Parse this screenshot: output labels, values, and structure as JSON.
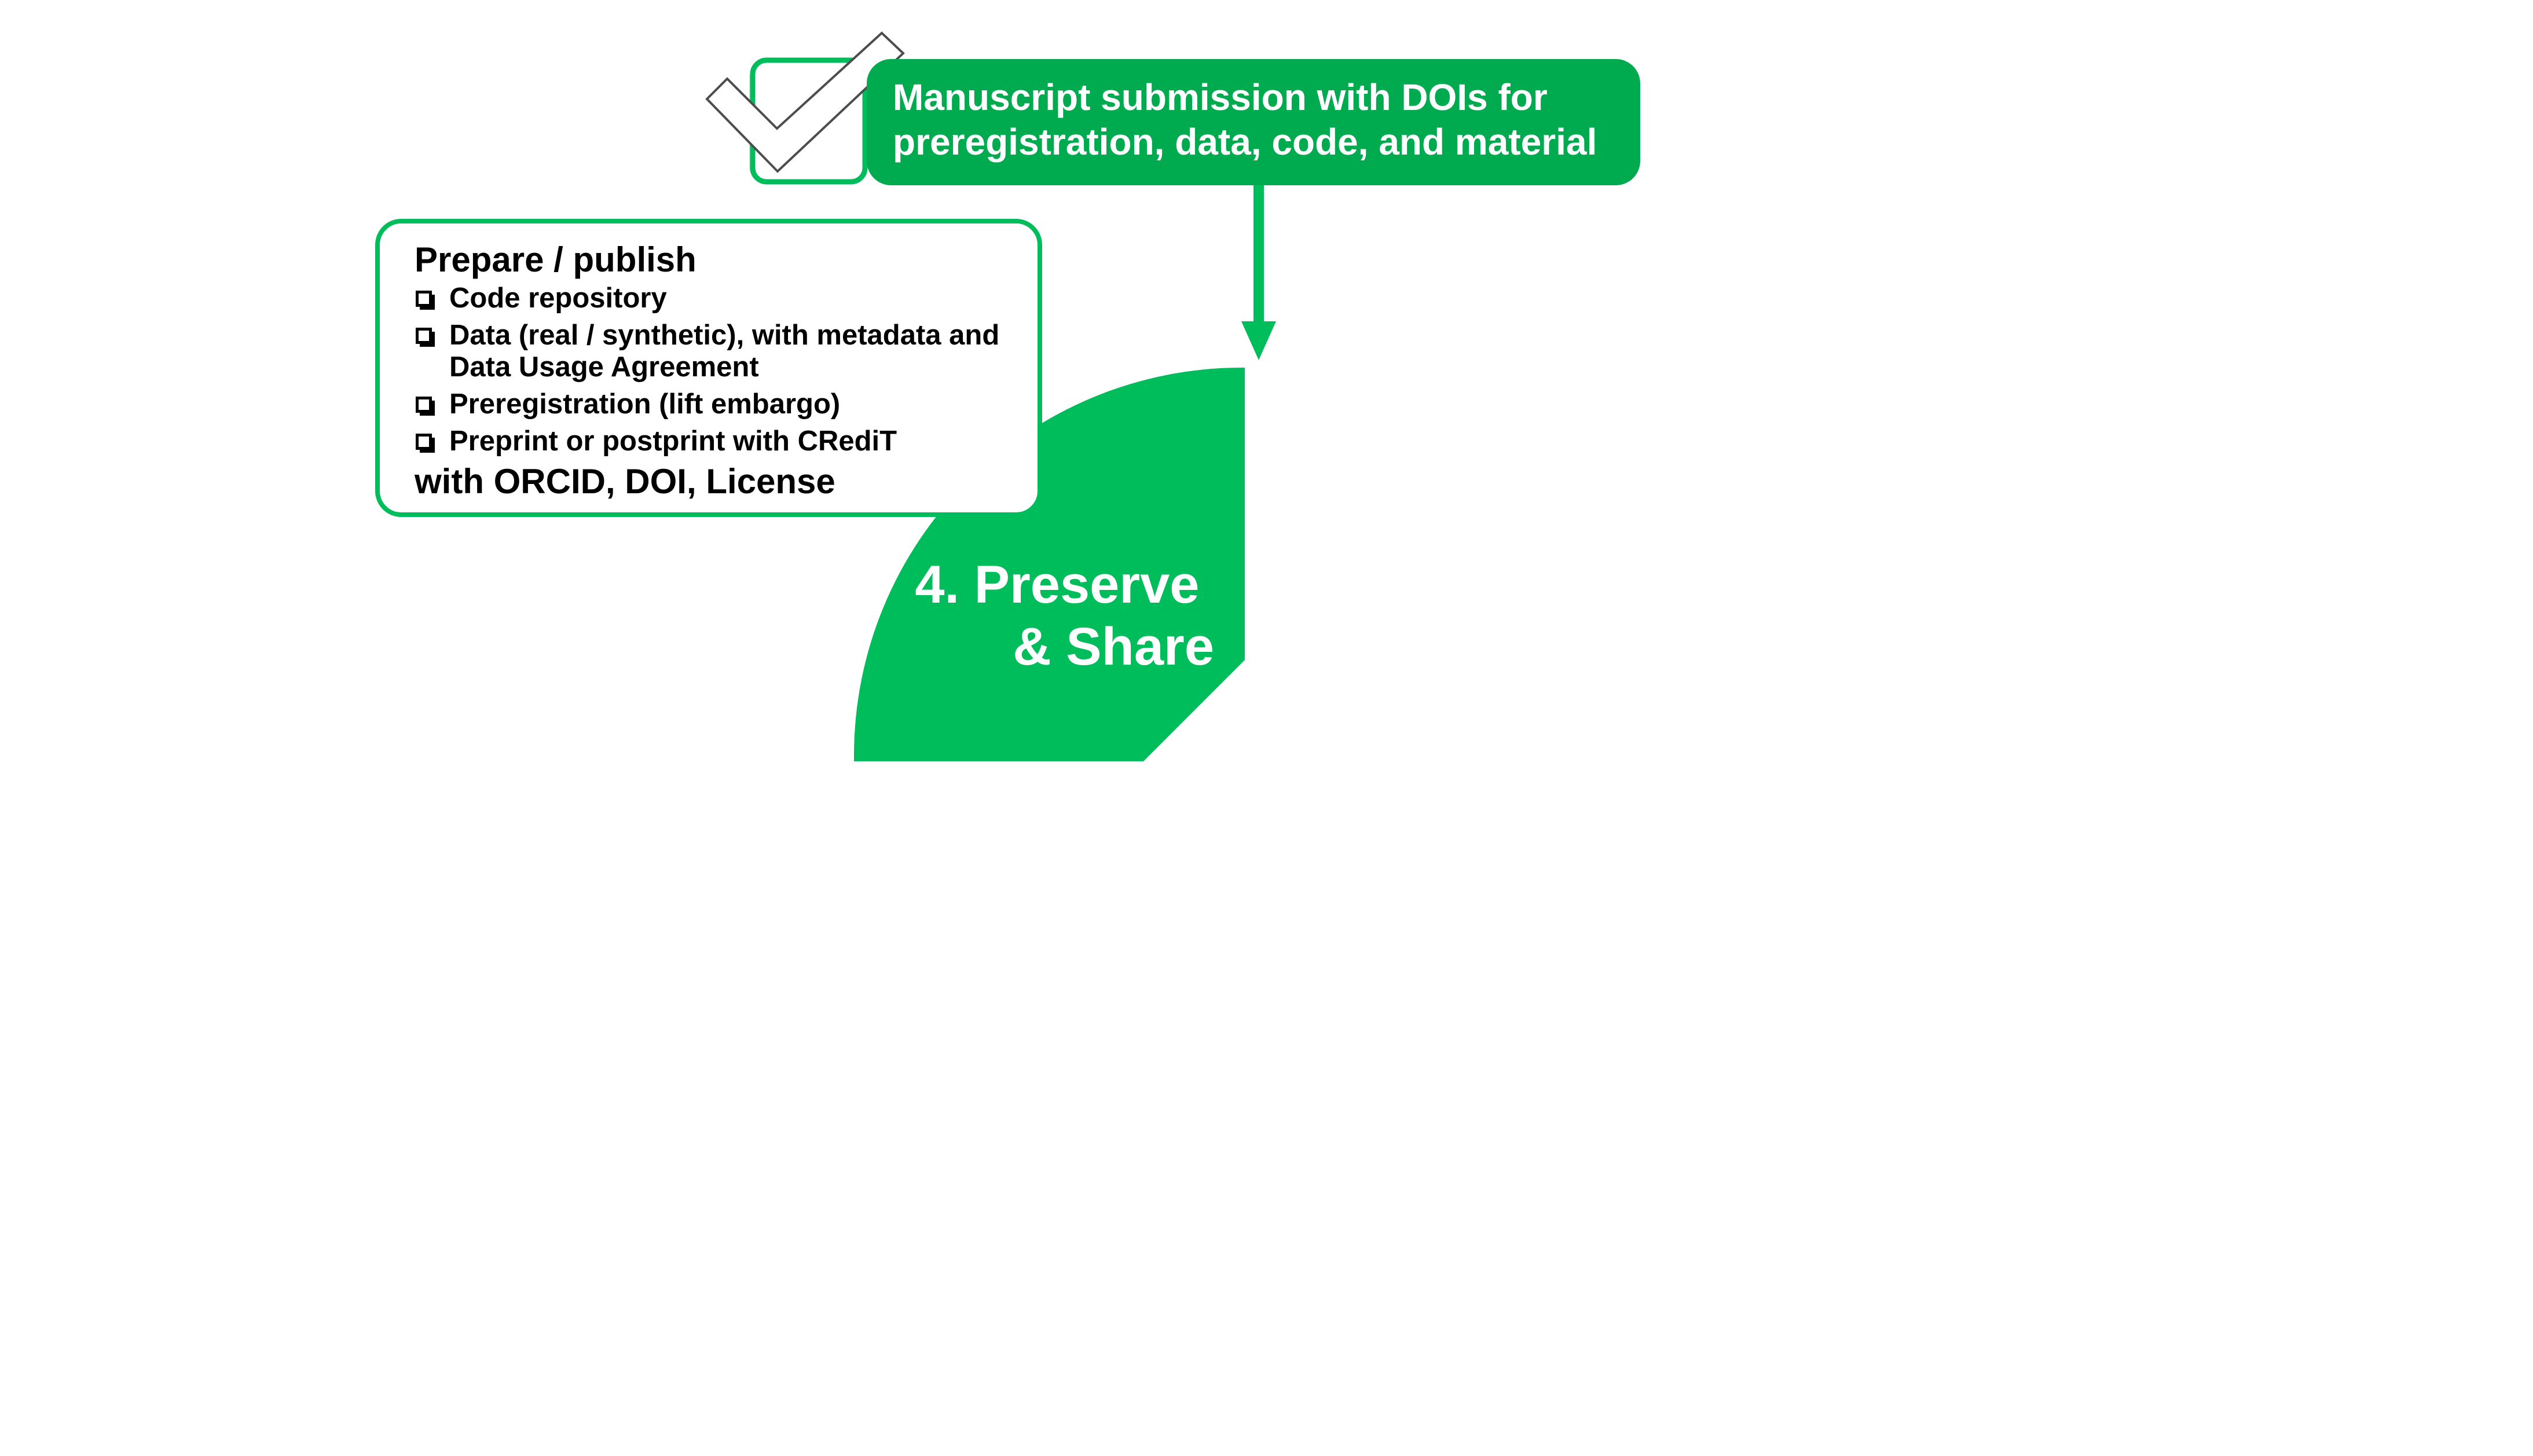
{
  "colors": {
    "primary_green": "#00bd5b",
    "banner_green": "#00ab4f",
    "text_dark": "#000000",
    "text_light": "#ffffff"
  },
  "banner": {
    "line1": "Manuscript submission with DOIs for",
    "line2": "preregistration, data, code, and material",
    "icon": "checkmark-checkbox-icon"
  },
  "stage": {
    "line1": "4. Preserve",
    "line2": "& Share"
  },
  "card": {
    "heading": "Prepare / publish",
    "bullet_icon": "checkbox-icon",
    "items": [
      {
        "lines": [
          "Code repository"
        ]
      },
      {
        "lines": [
          "Data (real / synthetic), with metadata and",
          "Data Usage Agreement"
        ]
      },
      {
        "lines": [
          "Preregistration (lift embargo)"
        ]
      },
      {
        "lines": [
          "Preprint or postprint with CRediT"
        ]
      }
    ],
    "footer": "with ORCID, DOI, License"
  }
}
